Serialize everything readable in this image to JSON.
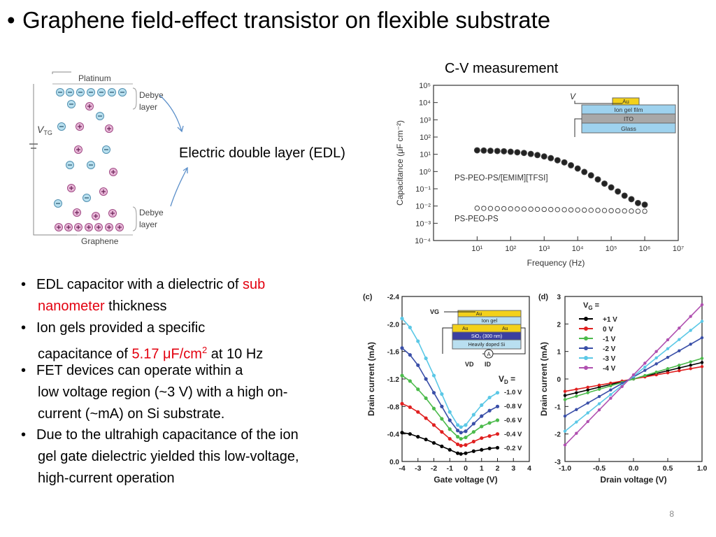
{
  "slide": {
    "title": "Graphene field-effect transistor on flexible substrate",
    "page_number": "8"
  },
  "edl": {
    "label": "Electric double layer (EDL)",
    "platinum": "Platinum",
    "graphene": "Graphene",
    "debye_top": [
      "Debye",
      "layer"
    ],
    "debye_bottom": [
      "Debye",
      "layer"
    ],
    "vtg": "V",
    "vtg_sub": "TG"
  },
  "cv": {
    "heading": "C-V measurement",
    "series1": "PS-PEO-PS/[EMIM][TFSI]",
    "series2": "PS-PEO-PS",
    "inset": {
      "v": "V",
      "au": "Au",
      "gel": "Ion gel film",
      "ito": "ITO",
      "glass": "Glass"
    }
  },
  "bullets": [
    {
      "lines": [
        [
          {
            "t": "EDL capacitor with a dielectric of "
          },
          {
            "t": "sub",
            "red": true
          }
        ],
        [
          {
            "t": "nanometer",
            "red": true
          },
          {
            "t": " thickness"
          }
        ]
      ]
    },
    {
      "lines": [
        [
          {
            "t": "Ion gels provided a specific"
          }
        ],
        [
          {
            "t": "capacitance of "
          },
          {
            "t": "5.17 μF/cm",
            "red": true
          },
          {
            "t": "2",
            "red": true,
            "sup": true
          },
          {
            "t": " at 10 Hz"
          }
        ]
      ]
    },
    {
      "lines": [
        [
          {
            "t": "FET devices can operate within a"
          }
        ],
        [
          {
            "t": "low voltage region (~3 V) with a high on-"
          }
        ],
        [
          {
            "t": "current (~mA) on Si substrate."
          }
        ]
      ]
    },
    {
      "lines": [
        [
          {
            "t": "Due to the ultrahigh capacitance of the ion"
          }
        ],
        [
          {
            "t": "gel gate dielectric yielded this low-voltage,"
          }
        ],
        [
          {
            "t": "high-current operation"
          }
        ]
      ]
    }
  ],
  "panel_c": {
    "tag": "(c)",
    "vd_title": "V",
    "vd_sub": "D",
    "inset": {
      "vg": "V",
      "vg_sub": "G",
      "au": "Au",
      "gel": "Ion gel",
      "sio2": "SiO",
      "sio2_rest": " (300 nm)",
      "si": "Heavily doped Si",
      "vd": "V",
      "vd_sub": "D",
      "id": "I",
      "id_sub": "D",
      "amp": "A"
    }
  },
  "panel_d": {
    "tag": "(d)",
    "vg_title": "V",
    "vg_sub": "G"
  },
  "chart_data": [
    {
      "type": "scatter",
      "xlabel": "Frequency (Hz)",
      "ylabel": "Capacitance (μF cm⁻²)",
      "x_scale": "log",
      "y_scale": "log",
      "xlim": [
        0.5,
        10000000
      ],
      "ylim": [
        0.0001,
        100000
      ],
      "xticks": [
        "10¹",
        "10²",
        "10³",
        "10⁴",
        "10⁵",
        "10⁶",
        "10⁷"
      ],
      "yticks": [
        "10⁵",
        "10⁴",
        "10³",
        "10²",
        "10¹",
        "10⁰",
        "10⁻¹",
        "10⁻²",
        "10⁻³",
        "10⁻⁴"
      ],
      "series": [
        {
          "name": "PS-PEO-PS/[EMIM][TFSI]",
          "marker": "filled-circle",
          "x": [
            10,
            15.8,
            25,
            40,
            63,
            100,
            158,
            250,
            400,
            630,
            1000,
            1580,
            2500,
            4000,
            6300,
            10000,
            15800,
            25000,
            40000,
            63000,
            100000,
            158000,
            250000,
            400000,
            630000,
            1000000
          ],
          "y": [
            17,
            16.5,
            16,
            15.5,
            15,
            14,
            13,
            12,
            10.5,
            9,
            7.5,
            6,
            4.5,
            3.4,
            2.3,
            1.5,
            0.95,
            0.6,
            0.35,
            0.2,
            0.12,
            0.07,
            0.04,
            0.025,
            0.015,
            0.012
          ]
        },
        {
          "name": "PS-PEO-PS",
          "marker": "open-circle",
          "x": [
            10,
            15.8,
            25,
            40,
            63,
            100,
            158,
            250,
            400,
            630,
            1000,
            1580,
            2500,
            4000,
            6300,
            10000,
            15800,
            25000,
            40000,
            63000,
            100000,
            158000,
            250000,
            400000,
            630000,
            1000000
          ],
          "y": [
            0.0075,
            0.0073,
            0.0072,
            0.0071,
            0.007,
            0.0069,
            0.0068,
            0.0067,
            0.0066,
            0.0065,
            0.0064,
            0.0063,
            0.0062,
            0.0061,
            0.006,
            0.0059,
            0.0058,
            0.0057,
            0.0056,
            0.0055,
            0.0054,
            0.0053,
            0.0052,
            0.0051,
            0.005,
            0.005
          ]
        }
      ]
    },
    {
      "type": "line",
      "xlabel": "Gate voltage (V)",
      "ylabel": "Drain current (mA)",
      "xlim": [
        -4,
        4
      ],
      "ylim": [
        0.0,
        -2.4
      ],
      "xticks": [
        "-4",
        "-3",
        "-2",
        "-1",
        "0",
        "1",
        "2",
        "3",
        "4"
      ],
      "yticks": [
        "-2.4",
        "-2.0",
        "-1.6",
        "-1.2",
        "-0.8",
        "-0.4",
        "0.0"
      ],
      "series": [
        {
          "name": "-1.0 V",
          "color": "#5bc8e6",
          "x": [
            -4,
            -3.5,
            -3,
            -2.5,
            -2,
            -1.5,
            -1,
            -0.5,
            -0.3,
            0,
            0.5,
            1,
            1.5,
            2
          ],
          "y": [
            -2.08,
            -1.95,
            -1.75,
            -1.5,
            -1.25,
            -0.98,
            -0.72,
            -0.53,
            -0.5,
            -0.53,
            -0.68,
            -0.82,
            -0.93,
            -1.0
          ]
        },
        {
          "name": "-0.8 V",
          "color": "#3a4fa8",
          "x": [
            -4,
            -3.5,
            -3,
            -2.5,
            -2,
            -1.5,
            -1,
            -0.5,
            -0.3,
            0,
            0.5,
            1,
            1.5,
            2
          ],
          "y": [
            -1.65,
            -1.55,
            -1.4,
            -1.2,
            -1.0,
            -0.8,
            -0.6,
            -0.45,
            -0.42,
            -0.44,
            -0.55,
            -0.66,
            -0.74,
            -0.8
          ]
        },
        {
          "name": "-0.6 V",
          "color": "#4cbb4c",
          "x": [
            -4,
            -3.5,
            -3,
            -2.5,
            -2,
            -1.5,
            -1,
            -0.5,
            -0.3,
            0,
            0.5,
            1,
            1.5,
            2
          ],
          "y": [
            -1.25,
            -1.17,
            -1.05,
            -0.92,
            -0.77,
            -0.62,
            -0.47,
            -0.36,
            -0.33,
            -0.35,
            -0.43,
            -0.51,
            -0.56,
            -0.6
          ]
        },
        {
          "name": "-0.4 V",
          "color": "#e02020",
          "x": [
            -4,
            -3.5,
            -3,
            -2.5,
            -2,
            -1.5,
            -1,
            -0.5,
            -0.3,
            0,
            0.5,
            1,
            1.5,
            2
          ],
          "y": [
            -0.84,
            -0.79,
            -0.72,
            -0.63,
            -0.53,
            -0.43,
            -0.33,
            -0.25,
            -0.23,
            -0.24,
            -0.29,
            -0.34,
            -0.37,
            -0.4
          ]
        },
        {
          "name": "-0.2 V",
          "color": "#000000",
          "x": [
            -4,
            -3.5,
            -3,
            -2.5,
            -2,
            -1.5,
            -1,
            -0.5,
            -0.3,
            0,
            0.5,
            1,
            1.5,
            2
          ],
          "y": [
            -0.42,
            -0.4,
            -0.36,
            -0.32,
            -0.27,
            -0.22,
            -0.17,
            -0.12,
            -0.11,
            -0.12,
            -0.15,
            -0.17,
            -0.19,
            -0.2
          ]
        }
      ]
    },
    {
      "type": "line",
      "xlabel": "Drain voltage (V)",
      "ylabel": "Drain current (mA)",
      "xlim": [
        -1.0,
        1.0
      ],
      "ylim": [
        -3,
        3
      ],
      "xticks": [
        "-1.0",
        "-0.5",
        "0.0",
        "0.5",
        "1.0"
      ],
      "yticks": [
        "3",
        "2",
        "1",
        "0",
        "-1",
        "-2",
        "-3"
      ],
      "series": [
        {
          "name": "+1  V",
          "color": "#000000",
          "x": [
            -1.0,
            1.0
          ],
          "y": [
            -0.6,
            0.6
          ]
        },
        {
          "name": "0  V",
          "color": "#e02020",
          "x": [
            -1.0,
            1.0
          ],
          "y": [
            -0.45,
            0.45
          ]
        },
        {
          "name": "-1  V",
          "color": "#4cbb4c",
          "x": [
            -1.0,
            1.0
          ],
          "y": [
            -0.75,
            0.75
          ]
        },
        {
          "name": "-2  V",
          "color": "#3a4fa8",
          "x": [
            -1.0,
            1.0
          ],
          "y": [
            -1.35,
            1.5
          ]
        },
        {
          "name": "-3  V",
          "color": "#5bc8e6",
          "x": [
            -1.0,
            1.0
          ],
          "y": [
            -1.9,
            2.1
          ]
        },
        {
          "name": "-4  V",
          "color": "#b050b0",
          "x": [
            -1.0,
            1.0
          ],
          "y": [
            -2.4,
            2.7
          ]
        }
      ]
    }
  ]
}
